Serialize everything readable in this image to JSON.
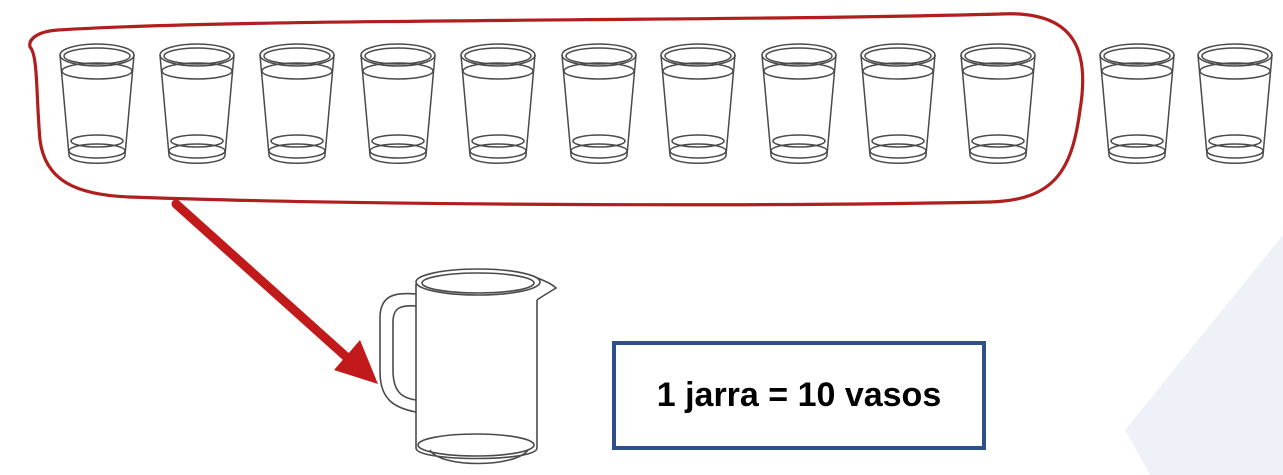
{
  "colors": {
    "group_outline": "#b01e1e",
    "arrow": "#c21a1a",
    "box_border": "#2f4f8a",
    "line_art": "#4a4a4a",
    "background_shape": "#eef2f8"
  },
  "glasses": {
    "total_count": 12,
    "grouped_count": 10,
    "icon": "drinking-glass-icon"
  },
  "pitcher": {
    "icon": "pitcher-icon"
  },
  "equation": {
    "text": "1 jarra = 10 vasos"
  }
}
